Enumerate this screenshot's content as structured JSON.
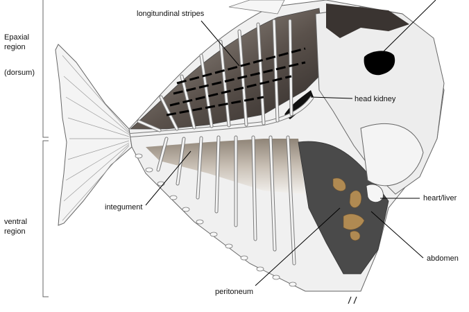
{
  "labels": {
    "epaxial_line1": "Epaxial",
    "epaxial_line2": "region",
    "dorsum": "(dorsum)",
    "ventral_line1": "ventral",
    "ventral_line2": "region",
    "longitudinal_stripes": "longitundinal stripes",
    "head_kidney": "head kidney",
    "integument": "integument",
    "heart_liver": "heart/liver",
    "abdomen": "abdomen",
    "peritoneum": "peritoneum"
  },
  "colors": {
    "outline": "#555555",
    "dark_muscle": "#3a3431",
    "light_muscle": "#e6e3df",
    "bone": "#ececec",
    "cavity": "#4a4a4a",
    "organ_brown": "#b08a52",
    "black_organ": "#000000"
  }
}
